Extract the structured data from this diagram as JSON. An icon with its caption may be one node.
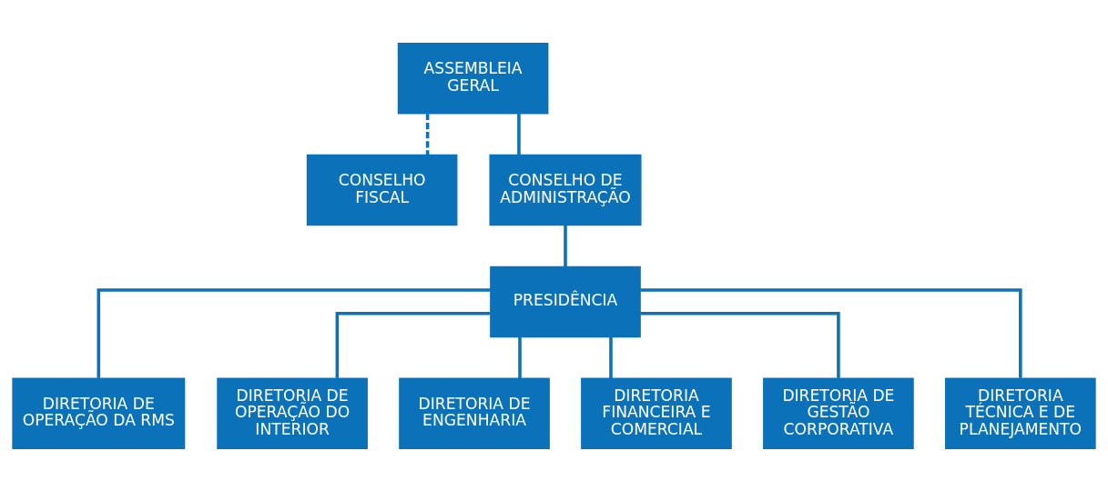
{
  "diagram": {
    "nodes": [
      {
        "text": [
          "ASSEMBLEIA GERAL"
        ]
      },
      {
        "text": [
          "CONSELHO FISCAL"
        ]
      },
      {
        "text": [
          "CONSELHO DE ADMINISTRAÇÃO"
        ]
      },
      {
        "text": [
          "PRESIDÊNCIA"
        ]
      },
      {
        "text": [
          "DIRETORIA DE OPERAÇÃO DA RMS"
        ]
      },
      {
        "text": [
          "DIRETORIA DE OPERAÇÃO DO INTERIOR"
        ]
      },
      {
        "text": [
          "DIRETORIA DE ENGENHARIA"
        ]
      },
      {
        "text": [
          "DIRETORIA FINANCEIRA E COMERCIAL"
        ]
      },
      {
        "text": [
          "DIRETORIA DE GESTÃO CORPORATIVA"
        ]
      },
      {
        "text": [
          "DIRETORIA TÉCNICA E DE PLANEJAMENTO"
        ]
      }
    ],
    "edges": [
      {
        "from": 0,
        "to": 1,
        "arrow": "none",
        "style": "dashed"
      },
      {
        "from": 0,
        "to": 2,
        "arrow": "none"
      },
      {
        "from": 2,
        "to": 3,
        "arrow": "none"
      },
      {
        "from": 3,
        "to": 4,
        "arrow": "none"
      },
      {
        "from": 3,
        "to": 5,
        "arrow": "none"
      },
      {
        "from": 3,
        "to": 6,
        "arrow": "none"
      },
      {
        "from": 3,
        "to": 7,
        "arrow": "none"
      },
      {
        "from": 3,
        "to": 8,
        "arrow": "none"
      },
      {
        "from": 3,
        "to": 9,
        "arrow": "none"
      }
    ]
  }
}
